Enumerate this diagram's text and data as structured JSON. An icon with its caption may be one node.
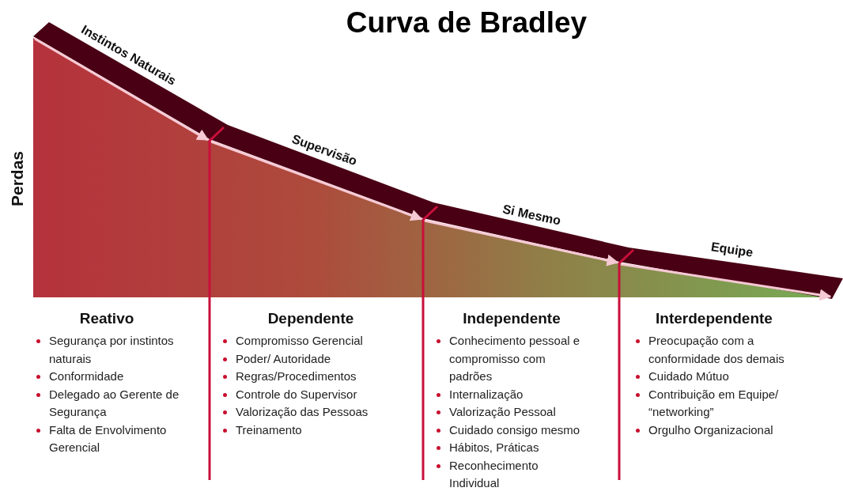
{
  "diagram": {
    "title": "Curva de Bradley",
    "nodes": [
      {
        "text": [
          "Reativo",
          "Segurança por instintos naturais",
          "Conformidade",
          "Delegado ao Gerente de Segurança",
          "Falta de Envolvimento Gerencial"
        ]
      },
      {
        "text": [
          "Dependente",
          "Compromisso Gerencial",
          "Poder/ Autoridade",
          "Regras/Procedimentos",
          "Controle do Supervisor",
          "Valorização das Pessoas",
          "Treinamento"
        ]
      },
      {
        "text": [
          "Independente",
          "Conhecimento pessoal e compromisso com padrões",
          "Internalização",
          "Valorização Pessoal",
          "Cuidado consigo mesmo",
          "Hábitos, Práticas",
          "Reconhecimento Individual"
        ]
      },
      {
        "text": [
          "Interdependente",
          "Preocupação com a conformidade dos demais",
          "Cuidado Mútuo",
          "Contribuição em Equipe/ “networking”",
          "Orgulho Organizacional"
        ]
      }
    ],
    "labels": [
      "Perdas",
      "Instintos Naturais",
      "Supervisão",
      "Si Mesmo",
      "Equipe"
    ]
  }
}
